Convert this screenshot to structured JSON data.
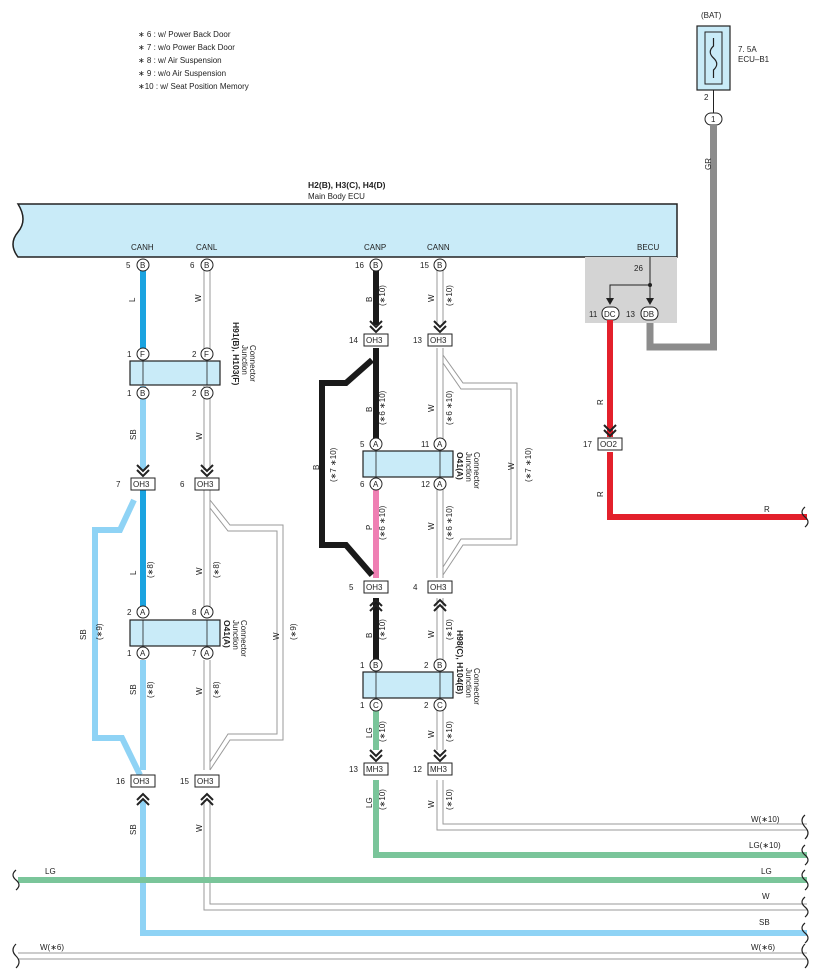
{
  "notes": [
    "∗ 6 : w/ Power Back Door",
    "∗ 7 : w/o Power Back Door",
    "∗ 8 : w/ Air Suspension",
    "∗ 9 : w/o Air Suspension",
    "∗10 : w/ Seat Position Memory"
  ],
  "fuse": {
    "supply": "(BAT)",
    "rating": "7. 5A",
    "name": "ECU–B1",
    "pin": "2",
    "conn_pin": "1",
    "wire": "GR"
  },
  "ecu": {
    "code": "H2(B), H3(C), H4(D)",
    "name": "Main Body ECU",
    "terminals": [
      {
        "label": "CANH",
        "pin": "5",
        "conn": "B"
      },
      {
        "label": "CANL",
        "pin": "6",
        "conn": "B"
      },
      {
        "label": "CANP",
        "pin": "16",
        "conn": "B"
      },
      {
        "label": "CANN",
        "pin": "15",
        "conn": "B"
      },
      {
        "label": "BECU",
        "pin": "26",
        "conn": ""
      }
    ],
    "becu_dc": {
      "pin": "11",
      "conn": "DC"
    },
    "becu_db": {
      "pin": "13",
      "conn": "DB"
    }
  },
  "junctions": {
    "h91": {
      "code": "H91(B), H103(F)",
      "name": "Junction",
      "name2": "Connector",
      "pins": [
        {
          "pin": "1",
          "conn": "F"
        },
        {
          "pin": "2",
          "conn": "F"
        },
        {
          "pin": "1",
          "conn": "B"
        },
        {
          "pin": "2",
          "conn": "B"
        }
      ]
    },
    "o41_left": {
      "code": "O41(A)",
      "name": "Junction",
      "name2": "Connector",
      "pins": [
        {
          "pin": "2",
          "conn": "A"
        },
        {
          "pin": "8",
          "conn": "A"
        },
        {
          "pin": "1",
          "conn": "A"
        },
        {
          "pin": "7",
          "conn": "A"
        }
      ]
    },
    "o41_mid": {
      "code": "O41(A)",
      "name": "Junction",
      "name2": "Connector",
      "pins": [
        {
          "pin": "5",
          "conn": "A"
        },
        {
          "pin": "11",
          "conn": "A"
        },
        {
          "pin": "6",
          "conn": "A"
        },
        {
          "pin": "12",
          "conn": "A"
        }
      ]
    },
    "h98": {
      "code": "H98(C), H104(B)",
      "name": "Junction",
      "name2": "Connector",
      "pins": [
        {
          "pin": "1",
          "conn": "B"
        },
        {
          "pin": "2",
          "conn": "B"
        },
        {
          "pin": "1",
          "conn": "C"
        },
        {
          "pin": "2",
          "conn": "C"
        }
      ]
    }
  },
  "connectors": [
    {
      "pin": "14",
      "id": "OH3"
    },
    {
      "pin": "13",
      "id": "OH3"
    },
    {
      "pin": "7",
      "id": "OH3"
    },
    {
      "pin": "6",
      "id": "OH3"
    },
    {
      "pin": "5",
      "id": "OH3"
    },
    {
      "pin": "4",
      "id": "OH3"
    },
    {
      "pin": "16",
      "id": "OH3"
    },
    {
      "pin": "15",
      "id": "OH3"
    },
    {
      "pin": "13",
      "id": "MH3"
    },
    {
      "pin": "12",
      "id": "MH3"
    },
    {
      "pin": "17",
      "id": "OO2"
    }
  ],
  "wire_labels": {
    "L": "L",
    "W": "W",
    "B": "B",
    "SB": "SB",
    "P": "P",
    "LG": "LG",
    "R": "R",
    "s6_10": "(∗6 ∗10)",
    "s7_10": "(∗7 ∗10)",
    "s10": "(∗10)",
    "s8": "(∗8)",
    "s9": "(∗9)"
  },
  "bus_labels": {
    "w10": "W(∗10)",
    "lg10": "LG(∗10)",
    "lg": "LG",
    "w": "W",
    "sb": "SB",
    "w6": "W(∗6)",
    "r": "R"
  },
  "colors": {
    "L": "#1aa3e0",
    "SB": "#8fd3f5",
    "W": "#9a9a9a",
    "B": "#1a1a1a",
    "P": "#ef7fb3",
    "LG": "#7ac59a",
    "R": "#e3202b",
    "GR": "#8c8c8c",
    "box": "#c9ebf8"
  }
}
